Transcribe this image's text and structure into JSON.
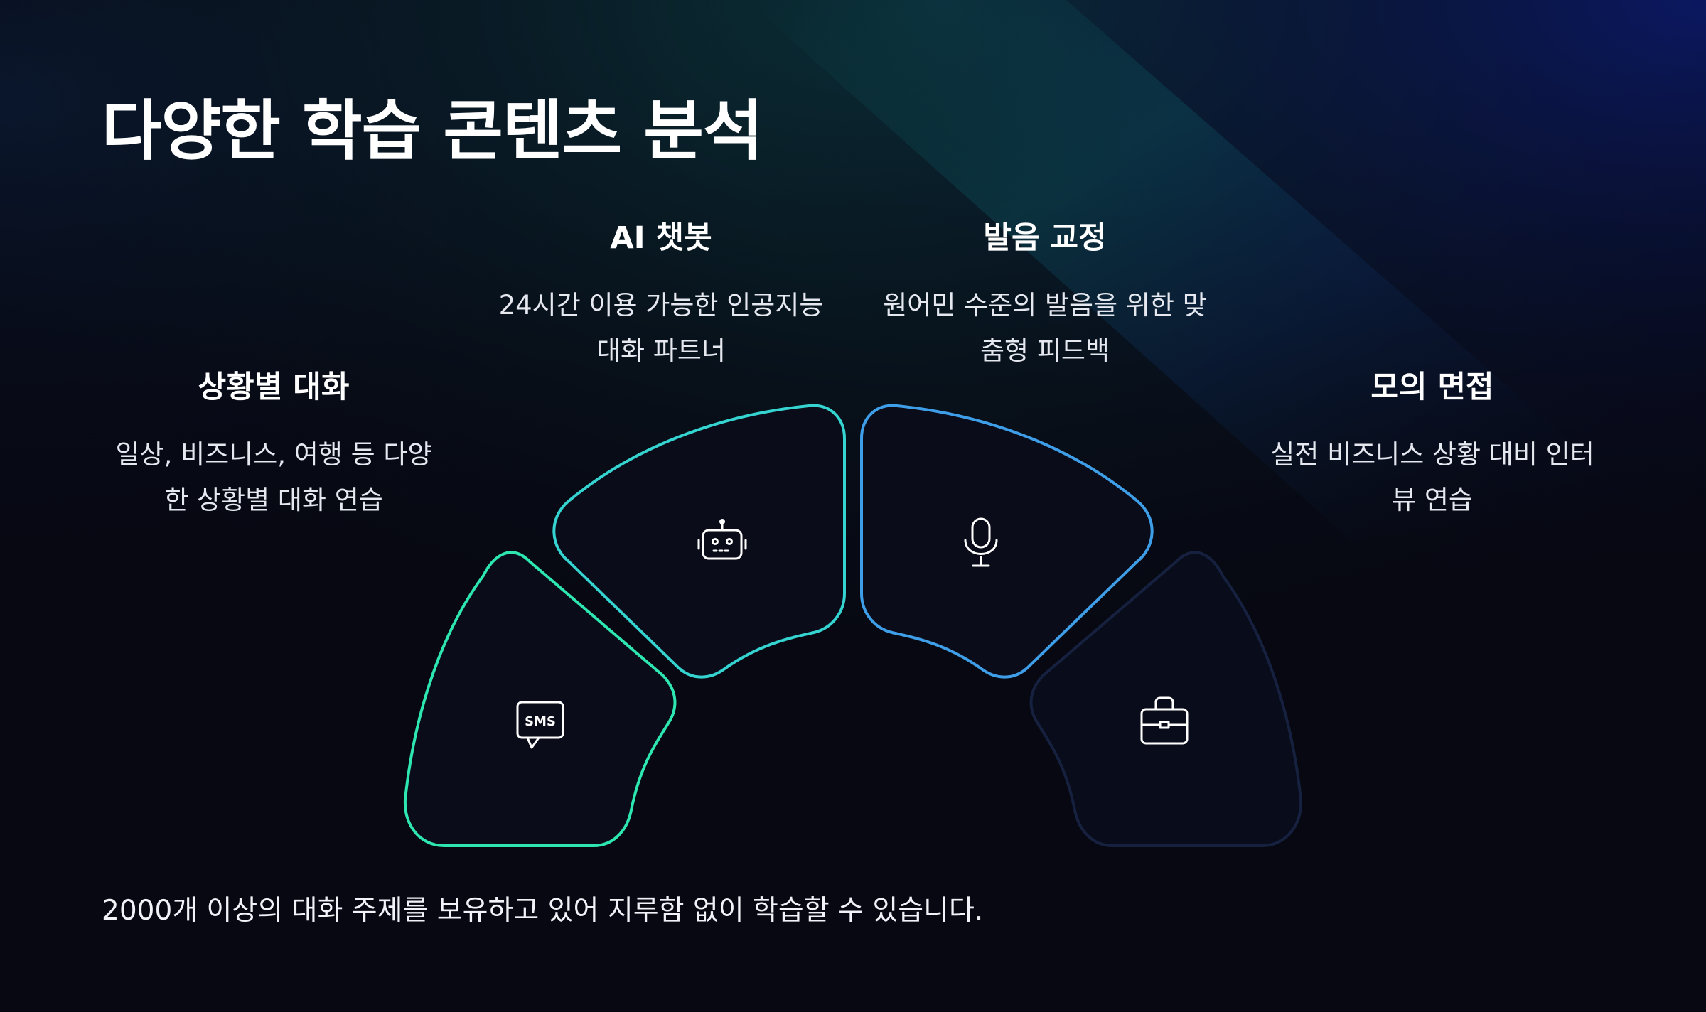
{
  "title": "다양한 학습 콘텐츠 분석",
  "features": {
    "chatbot": {
      "title": "AI 챗봇",
      "desc_line1": "24시간 이용 가능한 인공지능",
      "desc_line2": "대화 파트너",
      "icon": "robot-icon"
    },
    "pronunciation": {
      "title": "발음 교정",
      "desc_line1": "원어민 수준의 발음을 위한 맞",
      "desc_line2": "춤형 피드백",
      "icon": "microphone-icon"
    },
    "situational": {
      "title": "상황별 대화",
      "desc_line1": "일상, 비즈니스, 여행 등 다양",
      "desc_line2": "한 상황별 대화 연습",
      "icon": "sms-icon"
    },
    "interview": {
      "title": "모의 면접",
      "desc_line1": "실전 비즈니스 상황 대비 인터",
      "desc_line2": "뷰 연습",
      "icon": "briefcase-icon"
    }
  },
  "sms_icon_text": "SMS",
  "footer": "2000개 이상의 대화 주제를 보유하고 있어 지루함 없이 학습할 수 있습니다.",
  "colors": {
    "background": "#070812",
    "green": "#2ee6b0",
    "teal": "#35d4d0",
    "blue": "#3f9ee8",
    "navy": "#16213f"
  }
}
